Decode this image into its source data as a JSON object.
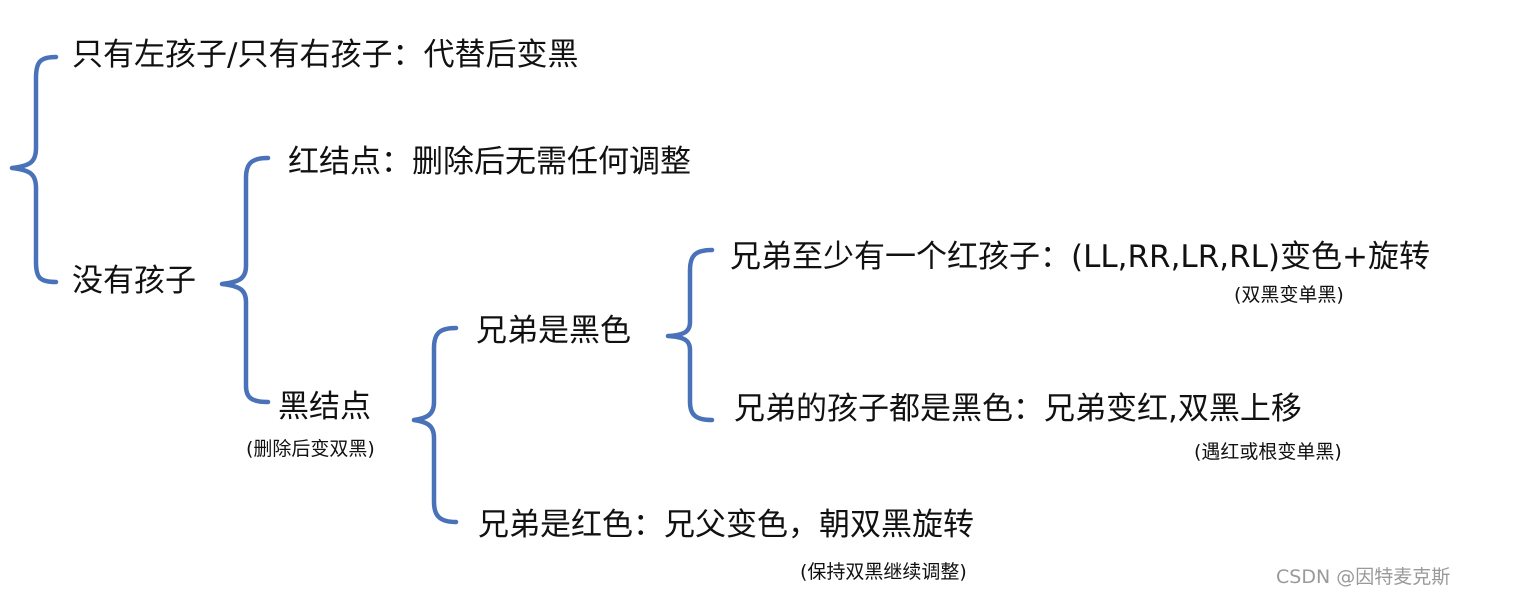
{
  "diagram": {
    "brace_color": "#4a72b8",
    "text_color": "#111111",
    "nodes": {
      "only_one_child": "只有左孩子/只有右孩子：代替后变黑",
      "no_child": "没有孩子",
      "red_node": "红结点：删除后无需任何调整",
      "black_node": "黑结点",
      "black_node_note": "(删除后变双黑)",
      "sibling_black": "兄弟是黑色",
      "sibling_red": "兄弟是红色：兄父变色，朝双黑旋转",
      "sibling_red_note": "(保持双黑继续调整)",
      "sibling_has_red_child": "兄弟至少有一个红孩子：(LL,RR,LR,RL)变色+旋转",
      "sibling_has_red_child_note": "(双黑变单黑)",
      "sibling_children_black": "兄弟的孩子都是黑色：兄弟变红,双黑上移",
      "sibling_children_black_note": "(遇红或根变单黑)"
    }
  },
  "watermark": "CSDN @因特麦克斯"
}
